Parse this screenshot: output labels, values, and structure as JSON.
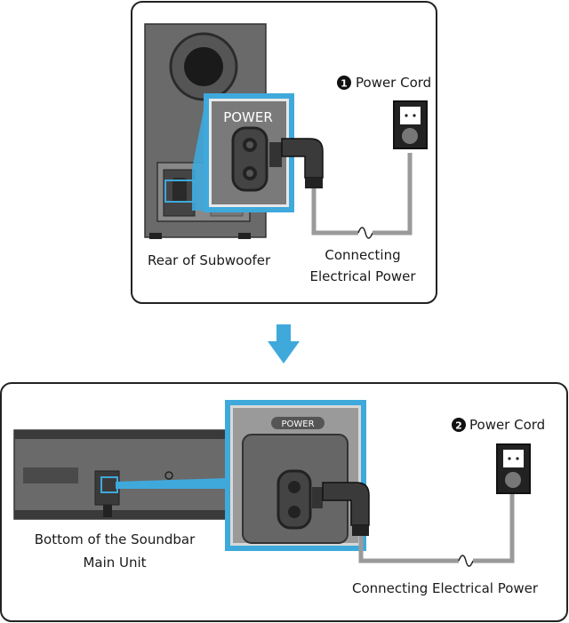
{
  "colors": {
    "accent": "#3fa9dc",
    "panel_border": "#222222",
    "device_dark": "#5a5a5a",
    "cord": "#9a9a9a"
  },
  "top_panel": {
    "power_panel_label": "POWER",
    "power_cord_step": "1",
    "power_cord_label": "Power Cord",
    "rear_label": "Rear of Subwoofer",
    "connecting_line1": "Connecting",
    "connecting_line2": "Electrical Power"
  },
  "bottom_panel": {
    "power_panel_label": "POWER",
    "power_cord_step": "2",
    "power_cord_label": "Power Cord",
    "bottom_label_line1": "Bottom of the Soundbar",
    "bottom_label_line2": "Main Unit",
    "connecting_label": "Connecting Electrical Power"
  },
  "icons": {
    "arrow": "down-arrow-icon",
    "outlet": "wall-outlet-icon",
    "plug": "power-plug-icon"
  }
}
